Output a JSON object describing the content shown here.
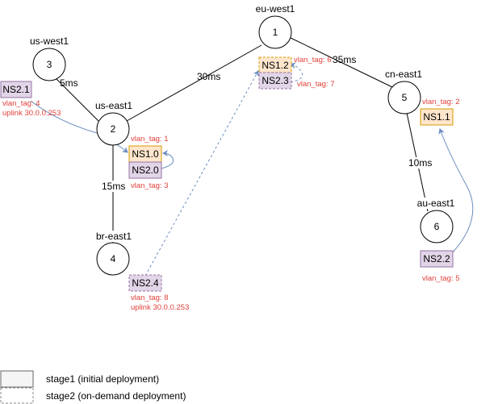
{
  "regions": [
    {
      "id": "1",
      "name": "eu-west1"
    },
    {
      "id": "2",
      "name": "us-east1"
    },
    {
      "id": "3",
      "name": "us-west1"
    },
    {
      "id": "4",
      "name": "br-east1"
    },
    {
      "id": "5",
      "name": "cn-east1"
    },
    {
      "id": "6",
      "name": "au-east1"
    }
  ],
  "links": [
    {
      "from": "3",
      "to": "2",
      "latency": "5ms"
    },
    {
      "from": "2",
      "to": "1",
      "latency": "30ms"
    },
    {
      "from": "1",
      "to": "5",
      "latency": "35ms"
    },
    {
      "from": "2",
      "to": "4",
      "latency": "15ms"
    },
    {
      "from": "5",
      "to": "6",
      "latency": "10ms"
    }
  ],
  "namespaces": [
    {
      "name": "NS2.1",
      "stage": "stage1",
      "vlan": "vlan_tag: 4",
      "uplink": "uplink 30.0.0.253"
    },
    {
      "name": "NS1.0",
      "stage": "stage1",
      "vlan": "vlan_tag: 1"
    },
    {
      "name": "NS2.0",
      "stage": "stage1",
      "vlan": "vlan_tag: 3"
    },
    {
      "name": "NS1.2",
      "stage": "stage2",
      "vlan": "vlan_tag: 6"
    },
    {
      "name": "NS2.3",
      "stage": "stage2",
      "vlan": "vlan_tag: 7"
    },
    {
      "name": "NS1.1",
      "stage": "stage1",
      "vlan": "vlan_tag: 2"
    },
    {
      "name": "NS2.2",
      "stage": "stage1",
      "vlan": "vlan_tag: 5"
    },
    {
      "name": "NS2.4",
      "stage": "stage2",
      "vlan": "vlan_tag: 8",
      "uplink": "uplink 30.0.0.253"
    }
  ],
  "legend": [
    {
      "label": "stage1 (initial deployment)"
    },
    {
      "label": "stage2 (on-demand  deployment)"
    }
  ],
  "colors": {
    "ns1_fill": "#ffe6cc",
    "ns1_stroke": "#d79b00",
    "ns2_fill": "#e1d5e7",
    "ns2_stroke": "#9673a6",
    "vlan_text": "#e0413a",
    "arrow": "#6c8ebf"
  }
}
